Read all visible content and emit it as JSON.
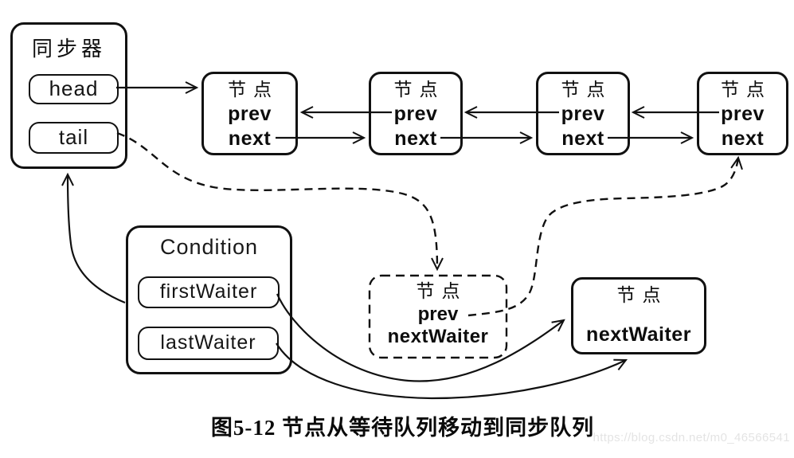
{
  "colors": {
    "stroke": "#111111",
    "background": "#ffffff",
    "watermark_text": "#e4e4e4"
  },
  "synchronizer": {
    "title": "同步器",
    "head_label": "head",
    "tail_label": "tail"
  },
  "sync_queue": {
    "nodes": [
      {
        "title": "节点",
        "prev_label": "prev",
        "next_label": "next"
      },
      {
        "title": "节点",
        "prev_label": "prev",
        "next_label": "next"
      },
      {
        "title": "节点",
        "prev_label": "prev",
        "next_label": "next"
      },
      {
        "title": "节点",
        "prev_label": "prev",
        "next_label": "next"
      }
    ]
  },
  "condition": {
    "title": "Condition",
    "first_waiter_label": "firstWaiter",
    "last_waiter_label": "lastWaiter"
  },
  "waiting_node": {
    "title": "节点",
    "prev_label": "prev",
    "next_waiter_label": "nextWaiter",
    "border_style": "dashed"
  },
  "target_node": {
    "title": "节点",
    "next_waiter_label": "nextWaiter",
    "border_style": "solid"
  },
  "edges": [
    {
      "from": "synchronizer.head",
      "to": "node-1",
      "style": "solid-arrow"
    },
    {
      "from": "node-2.prev",
      "to": "node-1",
      "style": "solid-arrow"
    },
    {
      "from": "node-3.prev",
      "to": "node-2",
      "style": "solid-arrow"
    },
    {
      "from": "node-4.prev",
      "to": "node-3",
      "style": "solid-arrow"
    },
    {
      "from": "node-1.next",
      "to": "node-2",
      "style": "solid-arrow"
    },
    {
      "from": "node-2.next",
      "to": "node-3",
      "style": "solid-arrow"
    },
    {
      "from": "node-3.next",
      "to": "node-4",
      "style": "solid-arrow"
    },
    {
      "from": "condition",
      "to": "synchronizer",
      "style": "solid-arrow"
    },
    {
      "from": "synchronizer.tail",
      "to": "waiting-node",
      "style": "dashed-arrow"
    },
    {
      "from": "waiting-node.prev",
      "to": "node-4",
      "style": "dashed-arrow"
    },
    {
      "from": "condition.firstWaiter",
      "to": "target-node",
      "style": "solid-arrow"
    },
    {
      "from": "condition.lastWaiter",
      "to": "target-node",
      "style": "solid-arrow"
    }
  ],
  "caption": {
    "text": "图5-12  节点从等待队列移动到同步队列"
  },
  "watermark": {
    "text": "https://blog.csdn.net/m0_46566541"
  }
}
